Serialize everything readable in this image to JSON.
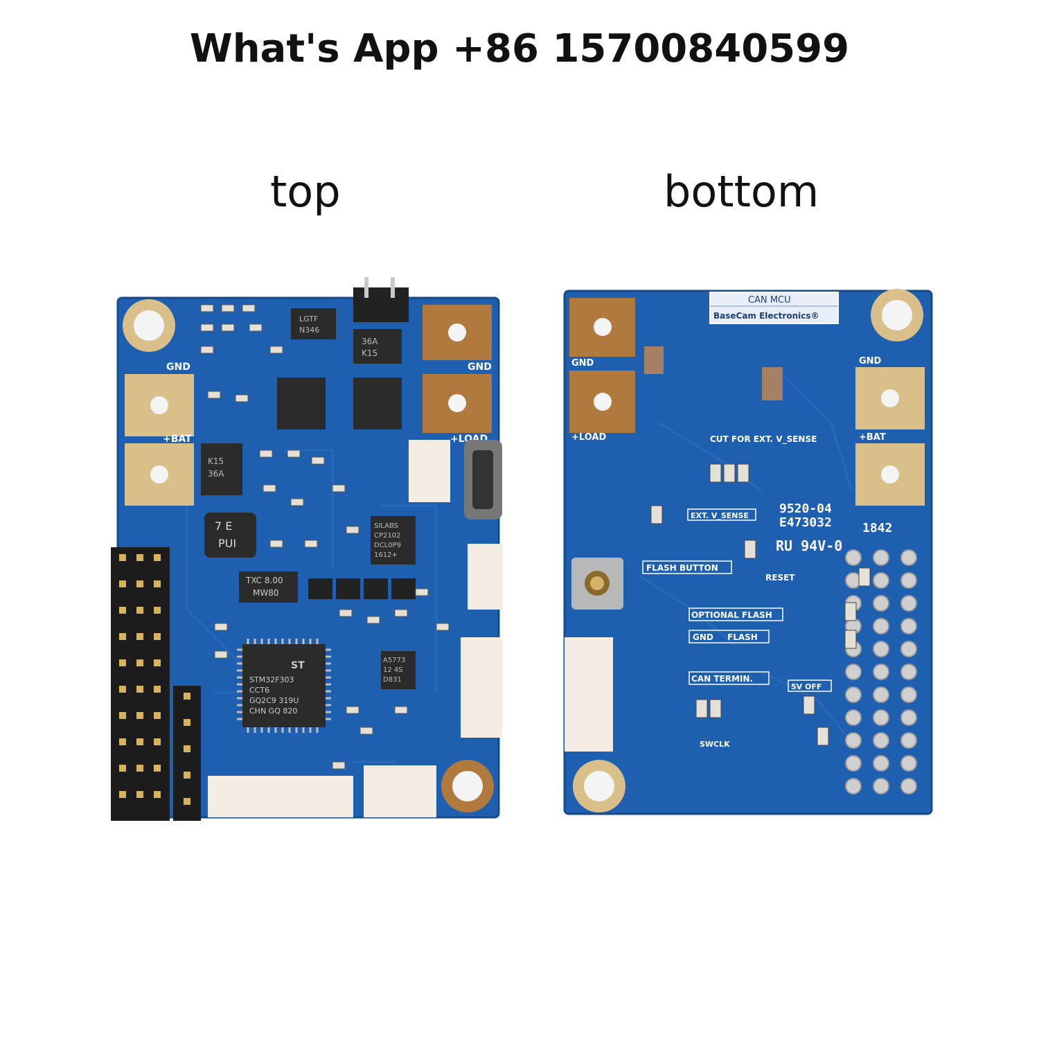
{
  "header": {
    "contact": "What's App +86 15700840599"
  },
  "labels": {
    "top": "top",
    "bottom": "bottom"
  },
  "colors": {
    "pcb": "#1f5fb0",
    "pcb_dark": "#17498c",
    "pad_gold": "#d9c08a",
    "pad_copper": "#b07a3f",
    "chip": "#2b2b2b",
    "connector": "#f3ece2"
  },
  "top_board": {
    "silkscreen": {
      "gnd_left": "GND",
      "gnd_right": "GND",
      "bat": "+BAT",
      "load": "+LOAD"
    },
    "chips": {
      "mcu_brand": "ST",
      "mcu_line1": "STM32F303",
      "mcu_line2": "CCT6",
      "mcu_line3": "GQ2C9 319U",
      "mcu_line4": "CHN GQ 820",
      "usb_line1": "SILABS",
      "usb_line2": "CP2102",
      "usb_line3": "DCL0P9",
      "usb_line4": "1612+",
      "crystal_line1": "TXC 8.00",
      "crystal_line2": "MW80",
      "inductor_line1": "7 E",
      "inductor_line2": "PUI",
      "diode_line1": "K15",
      "diode_line2": "36A",
      "mosfet1_line1": "LGTF",
      "mosfet1_line2": "N346",
      "mosfet2_line1": "36A",
      "mosfet2_line2": "K15",
      "drv_line1": "A5773",
      "drv_line2": "12 4S",
      "drv_line3": "D831"
    }
  },
  "bottom_board": {
    "silkscreen": {
      "can_mcu": "CAN MCU",
      "brand": "BaseCam Electronics®",
      "gnd_left": "GND",
      "gnd_right": "GND",
      "load": "+LOAD",
      "bat": "+BAT",
      "cut": "CUT FOR EXT. V_SENSE",
      "ext_sense": "EXT. V_SENSE",
      "part1": "9520-04",
      "part2": "E473032",
      "date": "1842",
      "rating": "RU 94V-0",
      "flash_button": "FLASH BUTTON",
      "reset": "RESET",
      "optional_flash": "OPTIONAL FLASH",
      "gnd": "GND",
      "flash": "FLASH",
      "can_termin": "CAN TERMIN.",
      "five_v_off": "5V OFF",
      "swclk": "SWCLK"
    }
  }
}
